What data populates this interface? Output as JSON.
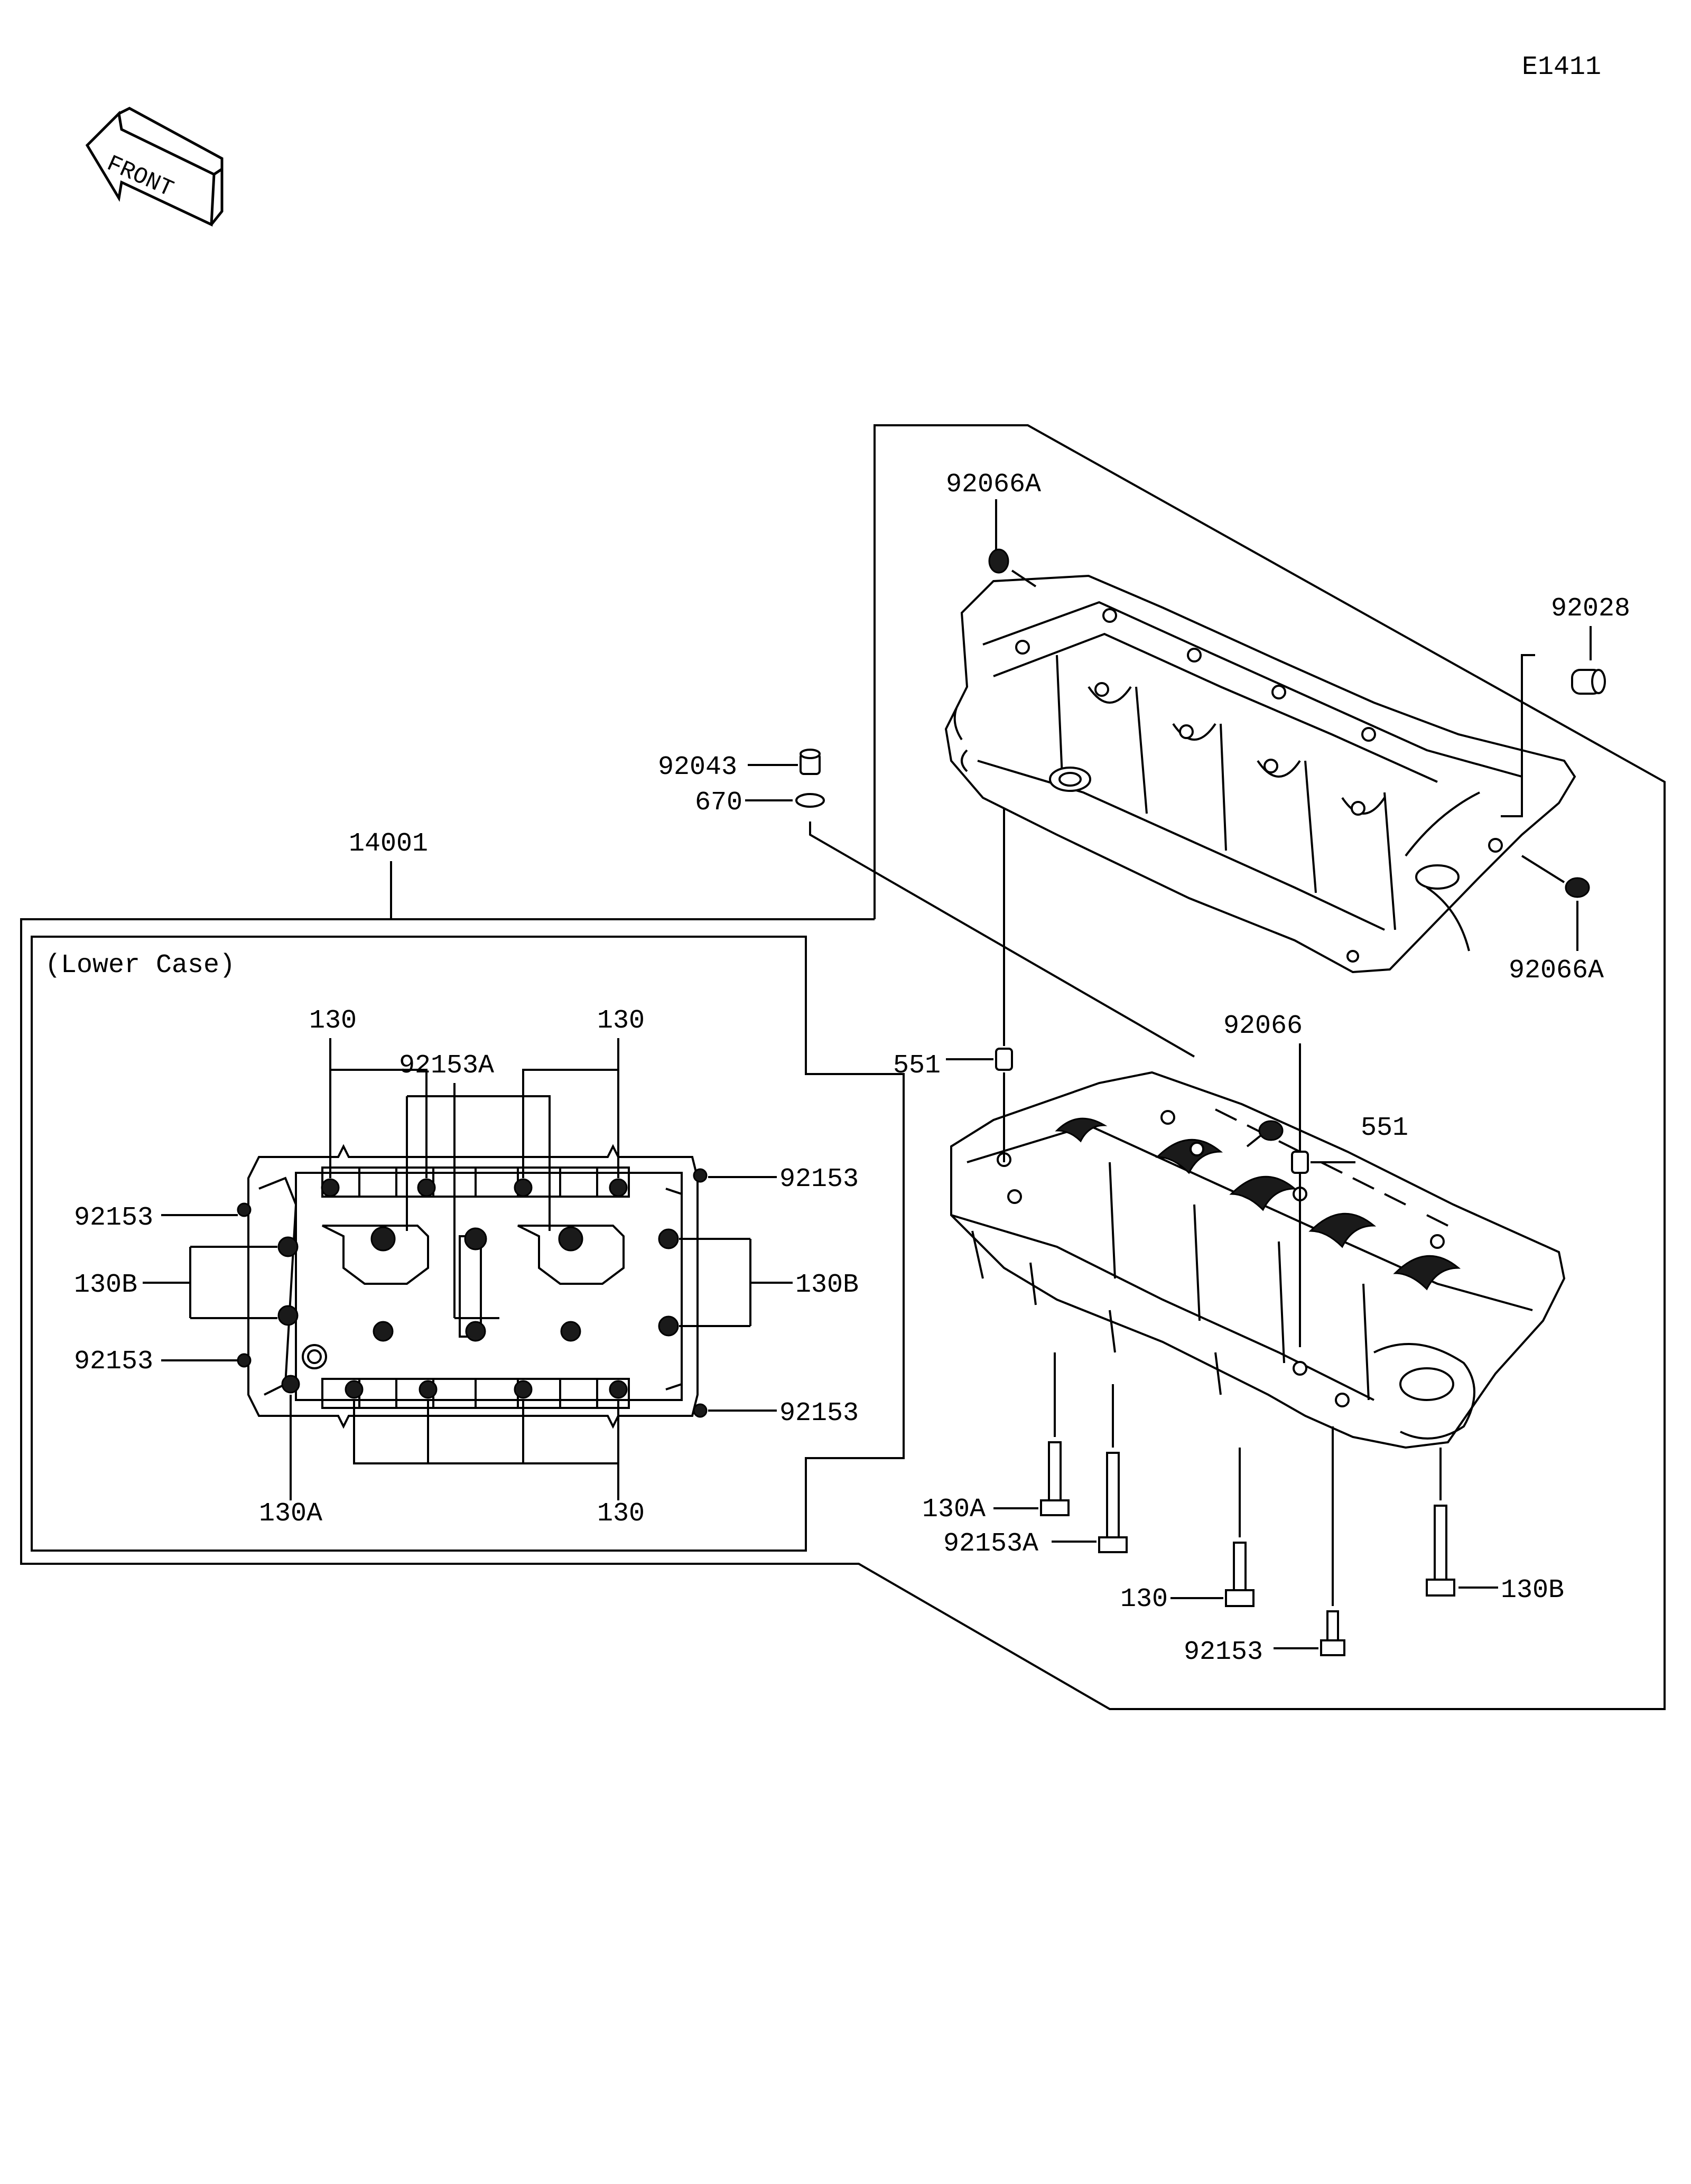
{
  "diagram_code": "E1411",
  "front_arrow_text": "FRONT",
  "assembly": {
    "part_number": "14001",
    "inset_title": "(Lower Case)"
  },
  "labels": {
    "p92066A_top": "92066A",
    "p92028": "92028",
    "p92043": "92043",
    "p670": "670",
    "p92066A_right": "92066A",
    "p92066": "92066",
    "p551_left": "551",
    "p551_right": "551",
    "p130A_bolt": "130A",
    "p92153A_bolt": "92153A",
    "p130_bolt": "130",
    "p130B_bolt": "130B",
    "p92153_bolt": "92153",
    "inset_130_tl": "130",
    "inset_130_tr": "130",
    "inset_92153A": "92153A",
    "inset_92153_l1": "92153",
    "inset_130B_l": "130B",
    "inset_92153_l2": "92153",
    "inset_92153_r1": "92153",
    "inset_130B_r": "130B",
    "inset_92153_r2": "92153",
    "inset_130A": "130A",
    "inset_130_bottom": "130"
  }
}
